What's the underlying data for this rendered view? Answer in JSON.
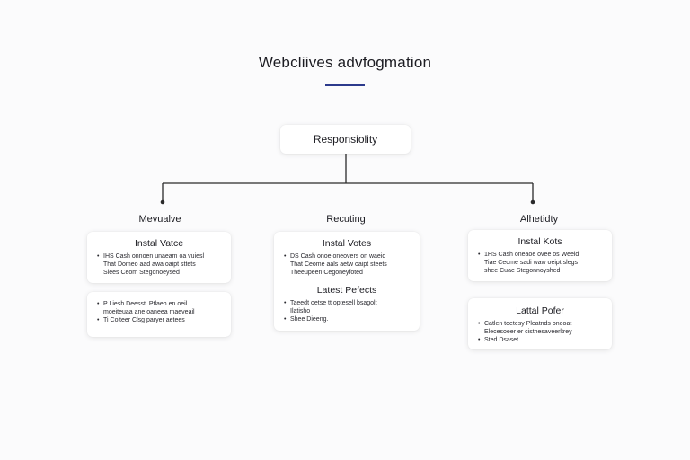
{
  "title": "Webcliives advfogmation",
  "root": {
    "label": "Responsiolity"
  },
  "columns": [
    {
      "label": "Mevualve",
      "cards": [
        {
          "title": "Instal Vatce",
          "lines": [
            {
              "bullet": true,
              "text": "IHS Cash onnoen unaeam oa vuiesl"
            },
            {
              "bullet": false,
              "text": "That Domeo aad awa oaipt sttets"
            },
            {
              "bullet": false,
              "text": "Slees Ceom Stegonoeysed"
            }
          ]
        },
        {
          "title": "",
          "lines": [
            {
              "bullet": true,
              "text": "P Liesh Deesst. Ptlaeh en oeil"
            },
            {
              "bullet": false,
              "text": "moeiteuaa ane oaneea maeveail"
            },
            {
              "bullet": true,
              "text": "Ti Coiteer Clsg paryer aetees"
            }
          ]
        }
      ]
    },
    {
      "label": "Recuting",
      "cards": [
        {
          "title": "Instal Votes",
          "lines": [
            {
              "bullet": true,
              "text": "DS Cash onoe oneovers on waeid"
            },
            {
              "bullet": false,
              "text": "That Ceome aals aetw oaipt steets"
            },
            {
              "bullet": false,
              "text": "Theeupeen Cegoneyfoted"
            }
          ],
          "subtitle": "Latest Pefects",
          "sublines": [
            {
              "bullet": true,
              "text": "Taeedt oetse tt optesell bsagolt"
            },
            {
              "bullet": false,
              "text": "Ilatisho"
            },
            {
              "bullet": true,
              "text": "Shee Dieeng."
            }
          ]
        }
      ]
    },
    {
      "label": "Alhetidty",
      "cards": [
        {
          "title": "Instal Kots",
          "lines": [
            {
              "bullet": true,
              "text": "1HS Cash oneaoe ovee os Weeid"
            },
            {
              "bullet": false,
              "text": "Tiae Ceome sadi waw oeipt slegs"
            },
            {
              "bullet": false,
              "text": "shee Cuae Stegonnoyshed"
            }
          ]
        },
        {
          "title": "Lattal Pofer",
          "lines": [
            {
              "bullet": true,
              "text": "Catlen toetesy Pleatnds oneoat"
            },
            {
              "bullet": false,
              "text": "Elecesoeer er cisthesaveerltrey"
            },
            {
              "bullet": true,
              "text": "Sted Dsaset"
            }
          ]
        }
      ]
    }
  ]
}
